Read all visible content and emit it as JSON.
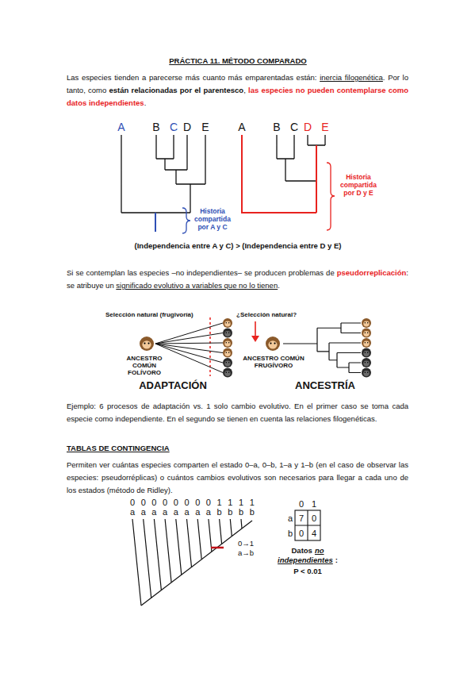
{
  "diagram": {
    "title": "PRÁCTICA 11. MÉTODO COMPARADO",
    "labels": [
      "Las especies tienden a parecerse más cuanto más emparentadas están: ",
      "inercia filogenética",
      ". Por lo tanto, como ",
      "están relacionadas por el parentesco",
      ", ",
      "las especies no pueden contemplarse como datos independientes",
      ".",
      "A",
      "B",
      "C",
      "D",
      "E",
      "Historia compartida por A y C",
      "A",
      "B",
      "C",
      "D",
      "E",
      "Historia compartida por D y E",
      "(Independencia entre A y C) > (Independencia entre D y E)",
      "Si se contemplan las especies –no independientes– se producen problemas de ",
      "pseudorreplicación",
      ": se atribuye un ",
      "significado evolutivo a variables que no lo tienen",
      ".",
      "Selección natural (frugivoría)",
      "ANCESTRO COMÚN FOLÍVORO",
      "ADAPTACIÓN",
      "¿Selección natural?",
      "ANCESTRO COMÚN FRUGÍVORO",
      "ANCESTRÍA",
      "Ejemplo: 6 procesos de adaptación vs. 1 solo cambio evolutivo. En el primer caso se toma cada especie como independiente. En el segundo se tienen en cuenta las relaciones filogenéticas.",
      "TABLAS DE CONTINGENCIA",
      "Permiten ver cuántas especies comparten el estado 0–a, 0–b, 1–a y 1–b (en el caso de observar las especies: pseudorréplicas) o cuántos cambios evolutivos son necesarios para llegar a cada uno de los estados (método de Ridley).",
      "0",
      "0",
      "0",
      "0",
      "0",
      "0",
      "0",
      "0",
      "1",
      "1",
      "1",
      "1",
      "a",
      "a",
      "a",
      "a",
      "a",
      "a",
      "a",
      "a",
      "b",
      "b",
      "b",
      "b",
      "0→1",
      "a→b",
      "0",
      "1",
      "a",
      "7",
      "0",
      "b",
      "0",
      "4",
      "Datos",
      "no",
      "independientes",
      ":",
      "P < 0.01"
    ]
  }
}
